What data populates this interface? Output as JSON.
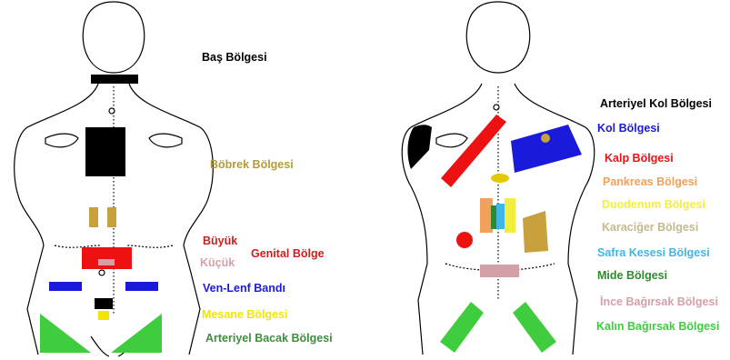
{
  "left_figure": {
    "labels": [
      {
        "key": "bas",
        "text": "Baş Bölgesi",
        "color": "#000000"
      },
      {
        "key": "bobrek",
        "text": "Böbrek Bölgesi",
        "color": "#b39b3c"
      },
      {
        "key": "buyuk",
        "text": "Büyük",
        "color": "#cc1f1f"
      },
      {
        "key": "genital",
        "text": "Genital Bölge",
        "color": "#cc1f1f"
      },
      {
        "key": "kucuk",
        "text": "Küçük",
        "color": "#d4a0a8"
      },
      {
        "key": "venlenf",
        "text": "Ven-Lenf Bandı",
        "color": "#1a1adb"
      },
      {
        "key": "mesane",
        "text": "Mesane Bölgesi",
        "color": "#f2e600"
      },
      {
        "key": "arteriyel_bacak",
        "text": "Arteriyel Bacak Bölgesi",
        "color": "#3c8f3c"
      }
    ]
  },
  "right_figure": {
    "labels": [
      {
        "key": "arteriyel_kol",
        "text": "Arteriyel Kol Bölgesi",
        "color": "#000000"
      },
      {
        "key": "kol",
        "text": "Kol Bölgesi",
        "color": "#1a1adb"
      },
      {
        "key": "kalp",
        "text": "Kalp Bölgesi",
        "color": "#ee1111"
      },
      {
        "key": "pankreas",
        "text": "Pankreas Bölgesi",
        "color": "#f2a05a"
      },
      {
        "key": "duodenum",
        "text": "Duodenum Bölgesi",
        "color": "#f2ee40"
      },
      {
        "key": "karaciger",
        "text": "Karaciğer Bölgesi",
        "color": "#c4b98c"
      },
      {
        "key": "safra",
        "text": "Safra Kesesi Bölgesi",
        "color": "#3fb5e8"
      },
      {
        "key": "mide",
        "text": "Mide Bölgesi",
        "color": "#2e8a2e"
      },
      {
        "key": "ince",
        "text": "İnce Bağırsak Bölgesi",
        "color": "#d4a0a8"
      },
      {
        "key": "kalin",
        "text": "Kalın Bağırsak Bölgesi",
        "color": "#3fcc3f"
      }
    ]
  },
  "colors": {
    "outline": "#000000",
    "black_zone": "#000000",
    "kidney_zone": "#c8a03c",
    "genital_big": "#ee1111",
    "genital_small": "#d4a0a8",
    "venlenf_zone": "#1a1adb",
    "bladder_zone": "#f2e600",
    "leg_zone": "#3fcc3f",
    "arm_artery_zone": "#000000",
    "arm_zone": "#1a1adb",
    "arm_dot": "#c8a03c",
    "heart_diag": "#ee1111",
    "pancreas_oval": "#e6c800",
    "duodenum_orange": "#f2a05a",
    "duodenum_yellow": "#f2ee40",
    "duodenum_blue": "#3fb5e8",
    "duodenum_green": "#2e8a2e",
    "liver_zone": "#c8a03c",
    "heart_dot": "#ee1111",
    "small_intestine": "#d4a0a8",
    "colon_zone": "#3fcc3f"
  }
}
